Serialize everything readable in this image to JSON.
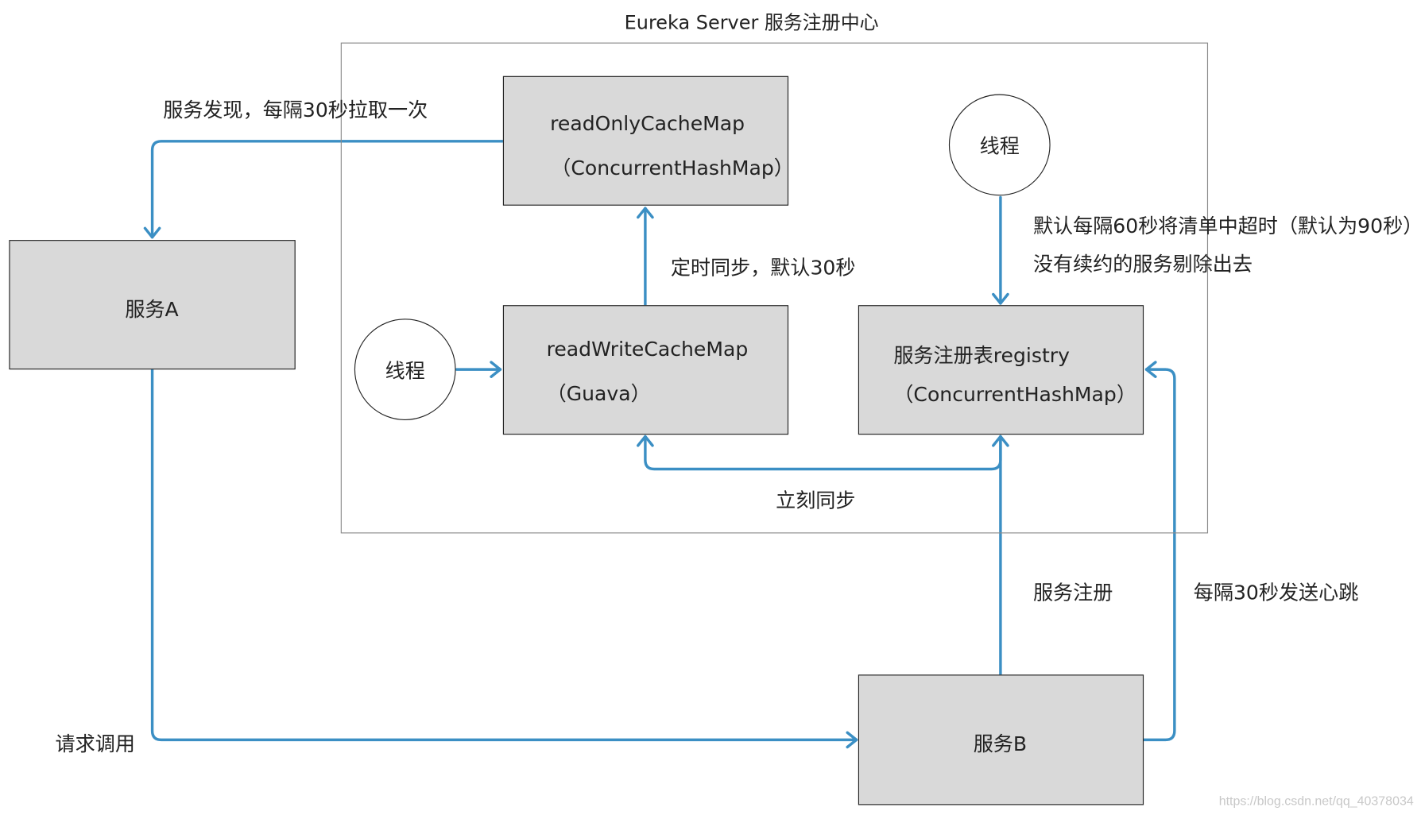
{
  "server": {
    "title": "Eureka Server 服务注册中心"
  },
  "nodes": {
    "read_only_cache": {
      "line1": "readOnlyCacheMap",
      "line2": "（ConcurrentHashMap）"
    },
    "read_write_cache": {
      "line1": "readWriteCacheMap",
      "line2": "（Guava）"
    },
    "registry": {
      "line1": "服务注册表registry",
      "line2": "（ConcurrentHashMap）"
    },
    "service_a": {
      "label": "服务A"
    },
    "service_b": {
      "label": "服务B"
    },
    "thread_top": {
      "label": "线程"
    },
    "thread_left": {
      "label": "线程"
    }
  },
  "edge_labels": {
    "discovery": "服务发现，每隔30秒拉取一次",
    "timed_sync": "定时同步，默认30秒",
    "evict_line1": "默认每隔60秒将清单中超时（默认为90秒）",
    "evict_line2": "没有续约的服务剔除出去",
    "immediate_sync": "立刻同步",
    "register": "服务注册",
    "heartbeat": "每隔30秒发送心跳",
    "request_call": "请求调用"
  },
  "watermark": "https://blog.csdn.net/qq_40378034",
  "colors": {
    "arrow": "#3b8fc4",
    "box_fill": "#d9d9d9",
    "frame": "#8a8a8a"
  }
}
